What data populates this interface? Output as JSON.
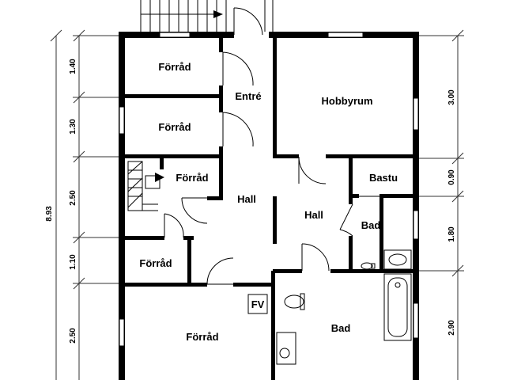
{
  "rooms": {
    "forrad_1": "Förråd",
    "forrad_2": "Förråd",
    "forrad_3": "Förråd",
    "forrad_4": "Förråd",
    "forrad_5": "Förråd",
    "entre": "Entré",
    "hobbyrum": "Hobbyrum",
    "hall_left": "Hall",
    "hall_center": "Hall",
    "bastu": "Bastu",
    "bad_small": "Bad",
    "bad_large": "Bad"
  },
  "fv_label": "FV",
  "dimensions": {
    "left_total": "8.93",
    "left": [
      "1.40",
      "1.30",
      "2.50",
      "1.10",
      "2.50"
    ],
    "right": [
      "3.00",
      "0.90",
      "1.80",
      "2.90"
    ]
  },
  "colors": {
    "wall": "#000000",
    "window": "#bfbfbf",
    "line": "#333333"
  }
}
